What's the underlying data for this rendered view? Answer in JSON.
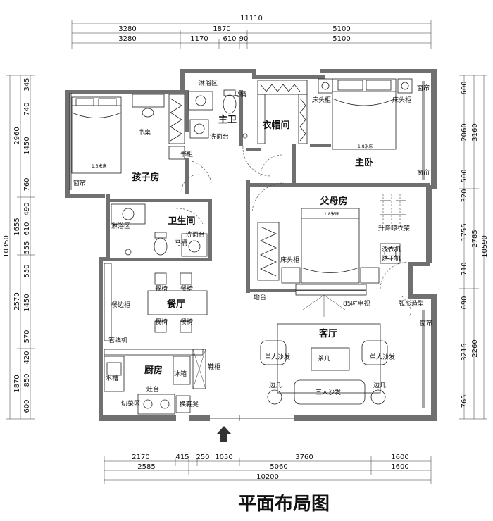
{
  "title": "平面布局图",
  "dims": {
    "top_total": "11110",
    "top_row1": [
      "3280",
      "1870",
      "5100"
    ],
    "top_row2": [
      "3280",
      "1170",
      "610",
      "90",
      "5100"
    ],
    "bottom_row1": [
      "2170",
      "415",
      "250",
      "1050",
      "3760",
      "1600"
    ],
    "bottom_row2": [
      "2585",
      "5060",
      "1600"
    ],
    "bottom_total": "10200",
    "left_total": "10350",
    "left_row1": [
      "2960",
      "1655",
      "2570",
      "1870"
    ],
    "left_row2": [
      "345",
      "740",
      "1450",
      "760",
      "490",
      "610",
      "555",
      "550",
      "1450",
      "570",
      "420",
      "850",
      "600"
    ],
    "right_total": "10590",
    "right_row1": [
      "3160",
      "2785",
      "2260"
    ],
    "right_row2": [
      "600",
      "2060",
      "500",
      "320",
      "1755",
      "710",
      "690",
      "3215",
      "765"
    ]
  },
  "rooms": {
    "child_room": "孩子房",
    "master_bath": "主卫",
    "wardrobe_room": "衣帽间",
    "master_bedroom": "主卧",
    "bathroom": "卫生间",
    "parents_room": "父母房",
    "dining": "餐厅",
    "living": "客厅",
    "kitchen": "厨房"
  },
  "labels": {
    "shower1": "淋浴区",
    "toilet1": "马桶",
    "basin1": "洗面台",
    "desk": "书桌",
    "bookcase": "书柜",
    "curtain_child": "窗帘",
    "bed_child": "1.5米床",
    "nightstand_l": "床头柜",
    "nightstand_r": "床头柜",
    "bed_master": "1.8米床",
    "curtain_m1": "窗帘",
    "curtain_m2": "窗帘",
    "shower2": "淋浴区",
    "toilet2": "马桶",
    "basin2": "洗面台",
    "bed_parents": "1.8米床",
    "drying_rack": "升降晾衣架",
    "washer": "洗衣机",
    "dryer": "烘干机",
    "nightstand_p": "床头柜",
    "floor_cab": "地台",
    "tv": "85吋电视",
    "arc_feature": "弧形造型",
    "curtain_living": "窗帘",
    "dining_chair": "餐椅",
    "sideboard": "餐边柜",
    "pipe_machine": "管线机",
    "sink": "水槽",
    "stove": "灶台",
    "cutting": "切菜区",
    "fridge": "冰箱",
    "shoe_cab": "鞋柜",
    "shoe_bench": "换鞋凳",
    "coffee_table": "茶几",
    "single_sofa_l": "单人沙发",
    "single_sofa_r": "单人沙发",
    "triple_sofa": "三人沙发",
    "side_table_l": "边几",
    "side_table_r": "边几"
  },
  "colors": {
    "wall": "#707070",
    "line": "#222222"
  }
}
